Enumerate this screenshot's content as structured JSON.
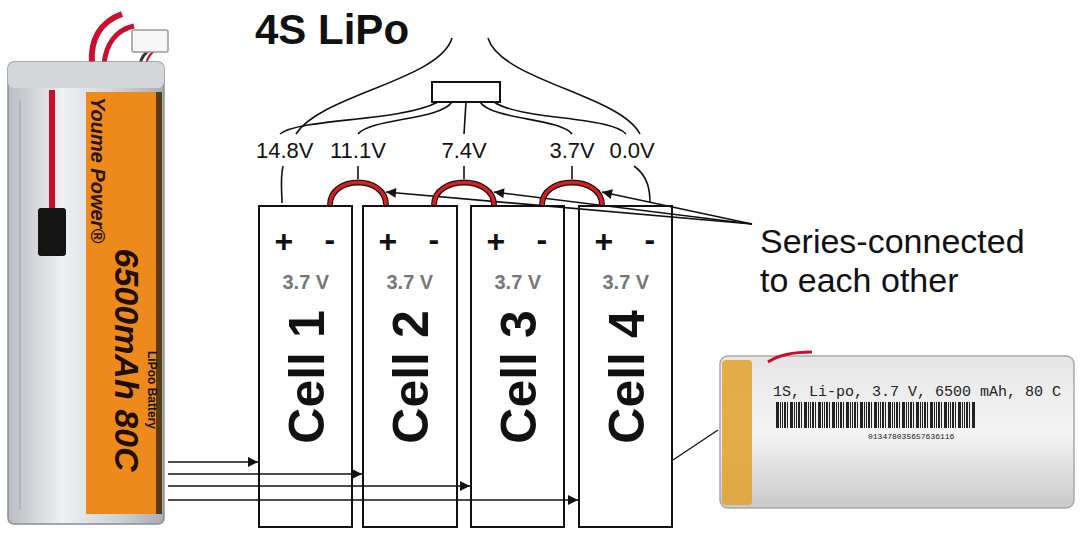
{
  "diagram": {
    "title": "4S LiPo",
    "nodes": [
      {
        "text": [
          "Youme Power®",
          "6500mAh 80C",
          "LiPoo Battery"
        ]
      },
      {
        "text": [
          "+",
          "-",
          "3.7 V",
          "Cell 1"
        ]
      },
      {
        "text": [
          "+",
          "-",
          "3.7 V",
          "Cell 2"
        ]
      },
      {
        "text": [
          "+",
          "-",
          "3.7 V",
          "Cell 3"
        ]
      },
      {
        "text": [
          "+",
          "-",
          "3.7 V",
          "Cell 4"
        ]
      },
      {
        "text": [
          "1S, Li-po, 3.7 V, 6500 mAh, 80 C",
          "013478035657636116"
        ]
      }
    ],
    "edges": [
      {
        "from": 0,
        "to": 1,
        "arrow": "to"
      },
      {
        "from": 0,
        "to": 2,
        "arrow": "to"
      },
      {
        "from": 0,
        "to": 3,
        "arrow": "to"
      },
      {
        "from": 0,
        "to": 4,
        "arrow": "to"
      },
      {
        "from": 1,
        "to": 2,
        "arrow": "none"
      },
      {
        "from": 2,
        "to": 3,
        "arrow": "none"
      },
      {
        "from": 3,
        "to": 4,
        "arrow": "none"
      },
      {
        "from": 4,
        "to": 5,
        "arrow": "none"
      }
    ],
    "labels": [
      "14.8V",
      "11.1V",
      "7.4V",
      "3.7V",
      "0.0V",
      "Series-connected to each other"
    ]
  }
}
